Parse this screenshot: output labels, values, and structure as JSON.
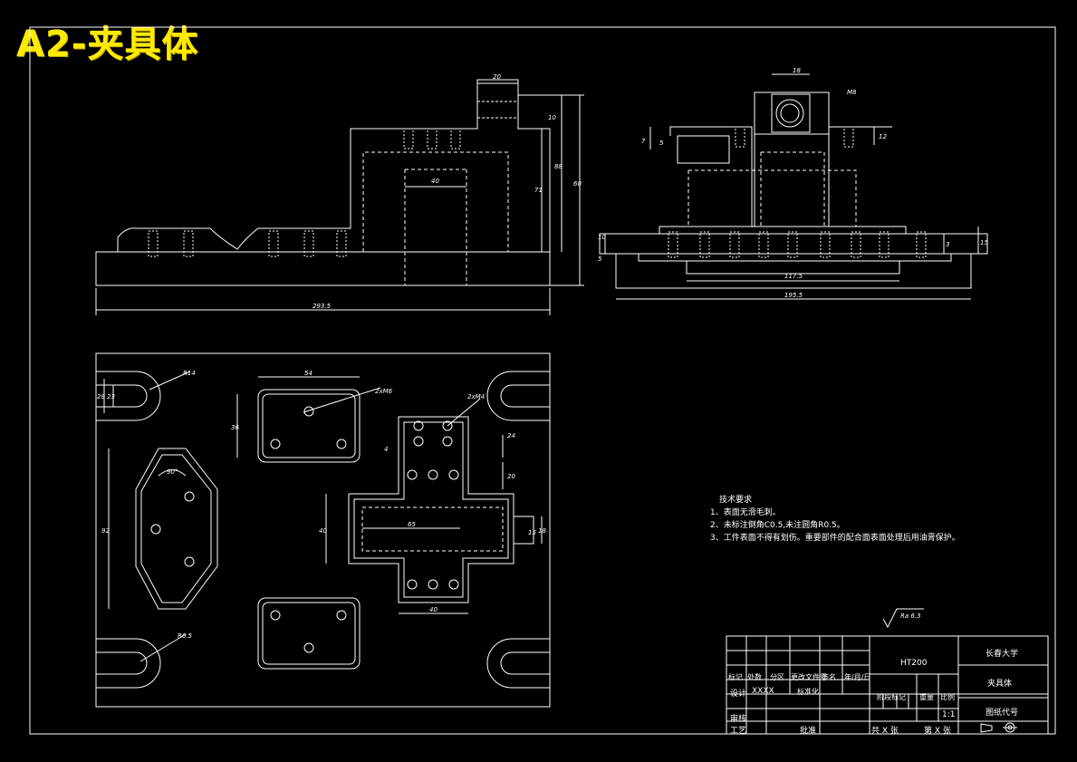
{
  "title": "A2-夹具体",
  "dimensions": {
    "front": [
      "20",
      "10",
      "71",
      "88",
      "60",
      "40",
      "293.5"
    ],
    "side": [
      "18",
      "M8",
      "7",
      "5",
      "12",
      "10",
      "5",
      "3",
      "15",
      "117.5",
      "195.5"
    ],
    "plan": [
      "R14",
      "28",
      "23",
      "54",
      "2xM6",
      "36",
      "2xM4",
      "24",
      "4",
      "20",
      "92",
      "90°",
      "40",
      "65",
      "15",
      "18",
      "40",
      "R6.5"
    ]
  },
  "tech_requirements": {
    "heading": "技术要求",
    "items": [
      "1、表面无滑毛刺。",
      "2、未标注倒角C0.5,未注圆角R0.5。",
      "3、工件表面不得有划伤。重要部件的配合面表面处理后用油膏保护。"
    ]
  },
  "roughness": "Ra 6.3",
  "title_block": {
    "material": "HT200",
    "school": "长春大学",
    "part_name": "夹具体",
    "drawing_no_label": "图纸代号",
    "row_labels": [
      "标记",
      "处数",
      "分区",
      "更改文件号",
      "签名",
      "年/月/日"
    ],
    "design_label": "设计",
    "design_value": "XXXX",
    "std_label": "标准化",
    "review_label": "审核",
    "process_label": "工艺",
    "approve_label": "批准",
    "stage_label": "阶段标记",
    "weight_label": "重量",
    "scale_label": "比例",
    "scale_value": "1:1",
    "sheets_total": "共 X 张",
    "sheet_no": "第 X 张"
  },
  "colors": {
    "background": "#000000",
    "lines": "#ffffff",
    "title": "#ffea00"
  }
}
